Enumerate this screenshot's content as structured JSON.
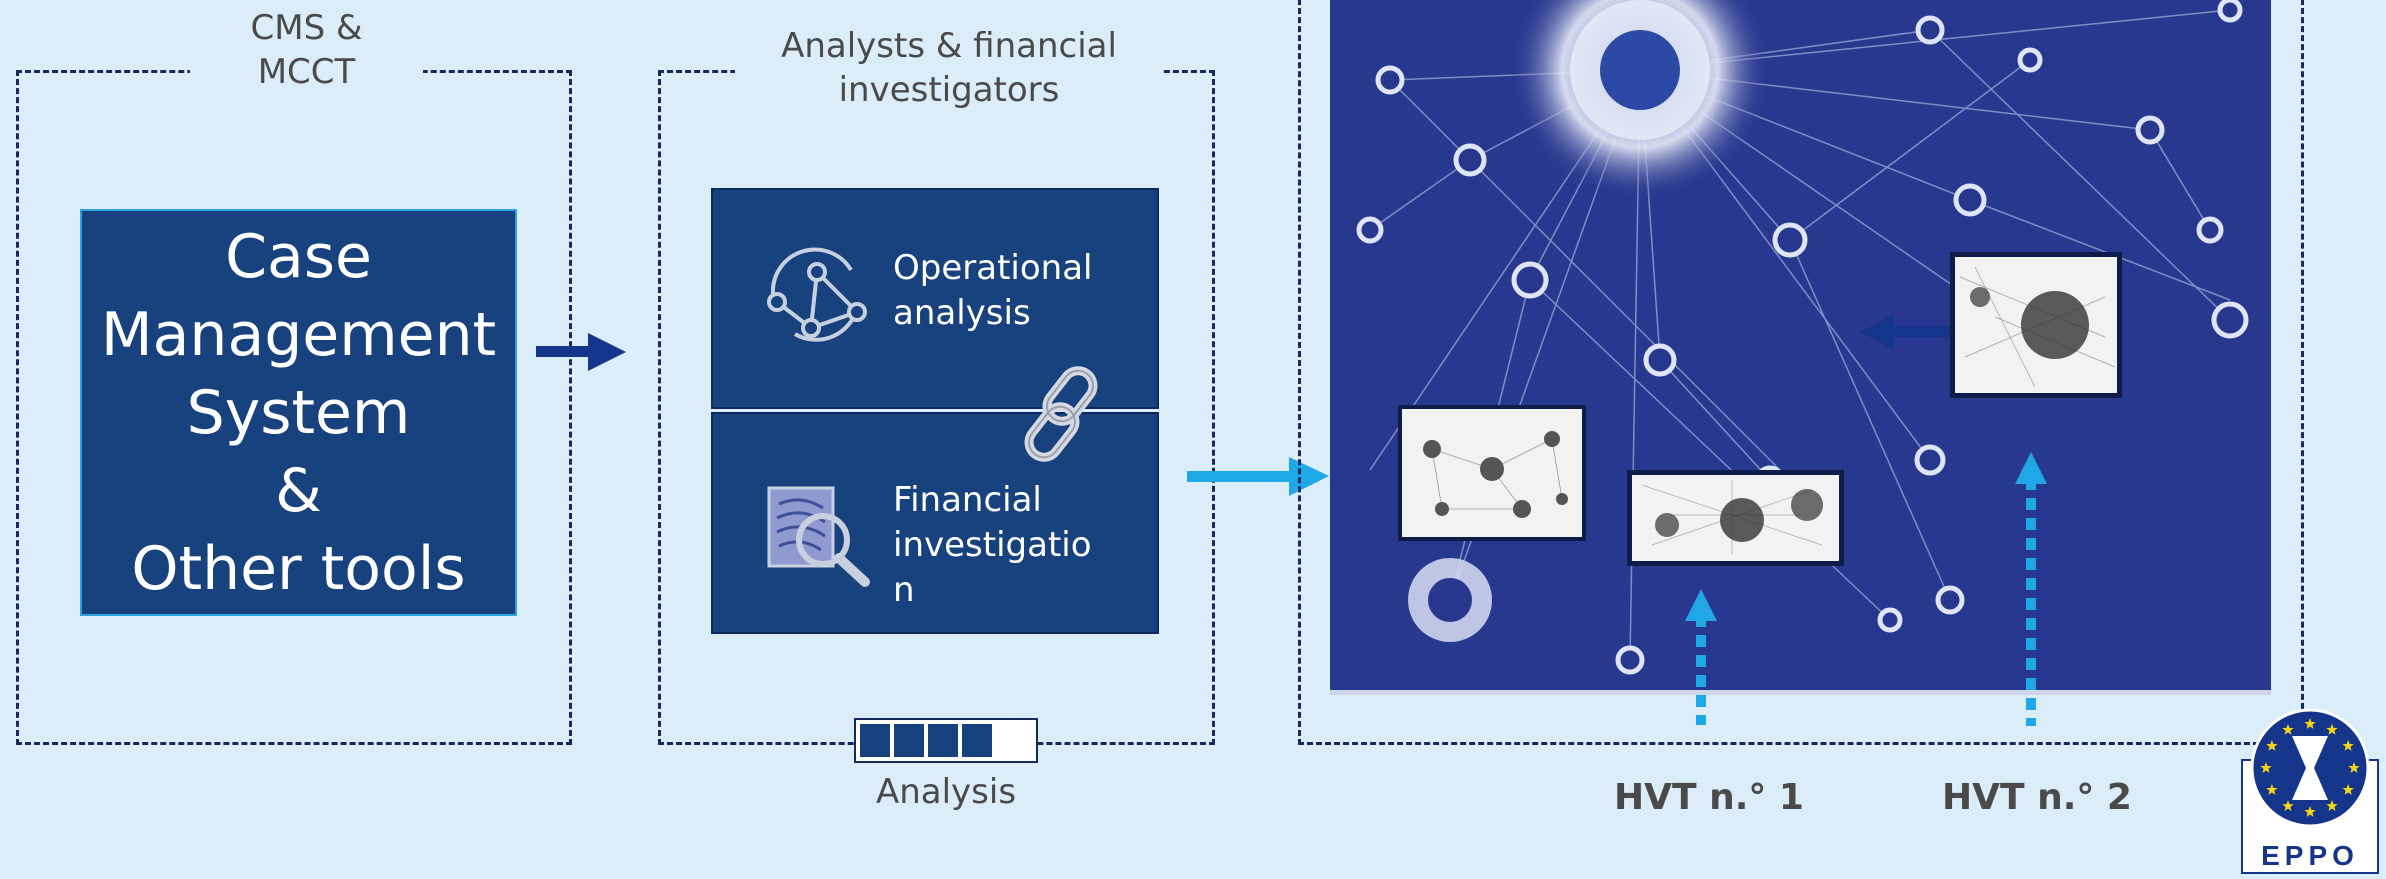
{
  "groups": {
    "cms_mcct": {
      "label_line1": "CMS &",
      "label_line2": "MCCT"
    },
    "analysts": {
      "label_line1": "Analysts & financial",
      "label_line2": "investigators"
    }
  },
  "cms_box": {
    "lines": [
      "Case",
      "Management",
      "System",
      "&",
      "Other tools"
    ]
  },
  "panels": {
    "operational": {
      "line1": "Operational",
      "line2": "analysis",
      "icon": "network-analysis-icon"
    },
    "financial": {
      "line1": "Financial",
      "line2": "investigatio",
      "line3": "n",
      "icon": "fingerprint-magnifier-icon"
    }
  },
  "analysis": {
    "label": "Analysis",
    "progress_filled_segments": 4,
    "progress_total_segments": 5
  },
  "hvt": {
    "first": "HVT n.° 1",
    "second": "HVT n.° 2"
  },
  "logo": {
    "text": "EPPO"
  },
  "colors": {
    "background": "#dcedfa",
    "dark_blue": "#17427e",
    "navy_border": "#15295e",
    "light_blue_arrow": "#1fa7e6",
    "network_bg": "#29388f"
  }
}
